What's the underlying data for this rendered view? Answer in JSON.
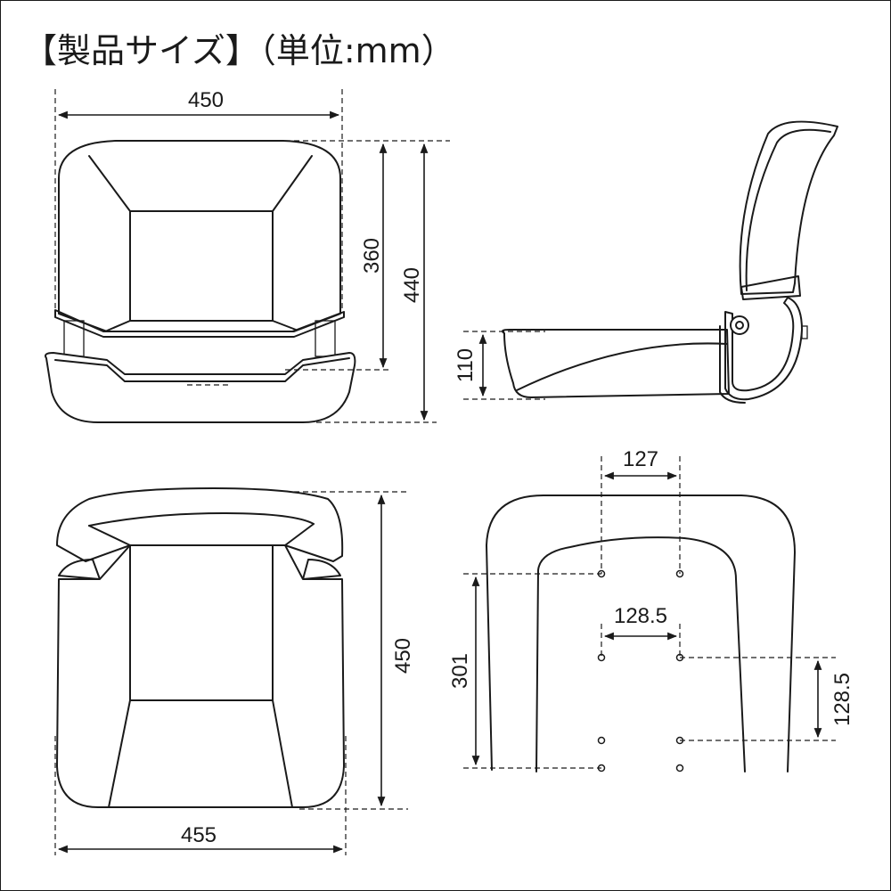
{
  "title": "【製品サイズ】（単位:mm）",
  "dimensions": {
    "front_width": "450",
    "backrest_height": "360",
    "total_height": "440",
    "seat_height_side": "110",
    "top_depth": "450",
    "bottom_width": "455",
    "hole_spacing_top": "127",
    "hole_spacing_mid": "128.5",
    "hole_spacing_vertical": "128.5",
    "mount_length": "301"
  }
}
